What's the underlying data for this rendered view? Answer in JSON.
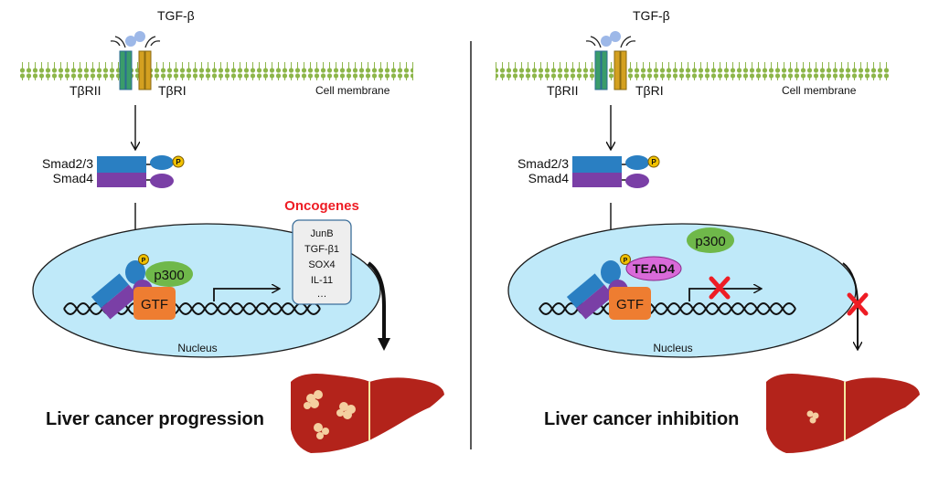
{
  "left_panel": {
    "ligand": "TGF-β",
    "receptor_ii": "TβRII",
    "receptor_i": "TβRI",
    "membrane": "Cell membrane",
    "smad23": "Smad2/3",
    "smad4": "Smad4",
    "phospho": "P",
    "p300": "p300",
    "gtf": "GTF",
    "nucleus": "Nucleus",
    "oncogenes_title": "Oncogenes",
    "oncogenes": [
      "JunB",
      "TGF-β1",
      "SOX4",
      "IL-11",
      "…"
    ],
    "outcome": "Liver cancer progression"
  },
  "right_panel": {
    "ligand": "TGF-β",
    "receptor_ii": "TβRII",
    "receptor_i": "TβRI",
    "membrane": "Cell membrane",
    "smad23": "Smad2/3",
    "smad4": "Smad4",
    "phospho": "P",
    "p300": "p300",
    "tead4": "TEAD4",
    "gtf": "GTF",
    "nucleus": "Nucleus",
    "outcome": "Liver cancer inhibition"
  },
  "colors": {
    "membrane": "#8db64a",
    "nucleus_fill": "#bfe9f9",
    "smad_blue": "#2a7fc2",
    "smad_purple": "#7a3fa6",
    "p300": "#6fb84a",
    "gtf": "#ee7d31",
    "tead4": "#d96ad9",
    "phospho": "#f2c200",
    "oncogene_title": "#ee1c24",
    "liver": "#b3231b",
    "block_x": "#ee1c24"
  }
}
